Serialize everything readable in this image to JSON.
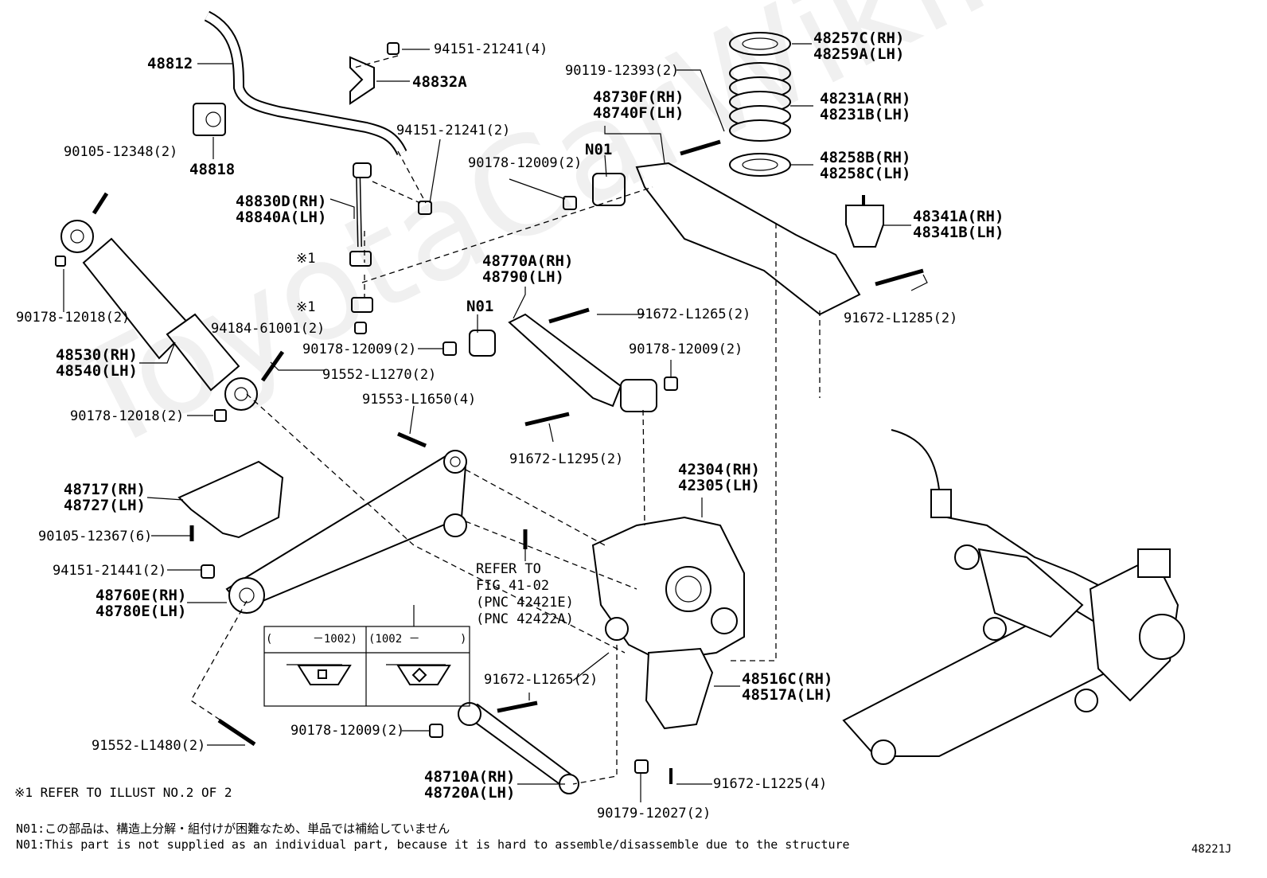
{
  "watermark": "ToyotaCarWiki.ru",
  "parts": {
    "p48812": "48812",
    "p48832A": "48832A",
    "p94151_21241_4": "94151-21241(4)",
    "p94151_21241_2": "94151-21241(2)",
    "p48818": "48818",
    "p90105_12348": "90105-12348(2)",
    "p48830D": "48830D(RH)",
    "p48840A": "48840A(LH)",
    "star1a": "※1",
    "star1b": "※1",
    "p94184": "94184-61001(2)",
    "p90178_12018a": "90178-12018(2)",
    "p48530": "48530(RH)",
    "p48540": "48540(LH)",
    "p90178_12018b": "90178-12018(2)",
    "p90178_12009a": "90178-12009(2)",
    "p91552_L1270": "91552-L1270(2)",
    "p91553_L1650": "91553-L1650(4)",
    "p48717": "48717(RH)",
    "p48727": "48727(LH)",
    "p90105_12367": "90105-12367(6)",
    "p94151_21441": "94151-21441(2)",
    "p48760E": "48760E(RH)",
    "p48780E": "48780E(LH)",
    "p91552_L1480": "91552-L1480(2)",
    "p90119_12393": "90119-12393(2)",
    "p48730F": "48730F(RH)",
    "p48740F": "48740F(LH)",
    "n01a": "N01",
    "p90178_12009b": "90178-12009(2)",
    "p48257C": "48257C(RH)",
    "p48259A": "48259A(LH)",
    "p48231A": "48231A(RH)",
    "p48231B": "48231B(LH)",
    "p48258B": "48258B(RH)",
    "p48258C": "48258C(LH)",
    "p48341A": "48341A(RH)",
    "p48341B": "48341B(LH)",
    "p91672_L1285": "91672-L1285(2)",
    "p48770A": "48770A(RH)",
    "p48790": "48790(LH)",
    "n01b": "N01",
    "p91672_L1265a": "91672-L1265(2)",
    "p90178_12009c": "90178-12009(2)",
    "p91672_L1295": "91672-L1295(2)",
    "p42304": "42304(RH)",
    "p42305": "42305(LH)",
    "ref1": "REFER TO",
    "ref2": "FIG 41-02",
    "ref3": "(PNC 42421E)",
    "ref4": "(PNC 42422A)",
    "p91672_L1265b": "91672-L1265(2)",
    "p48516C": "48516C(RH)",
    "p48517A": "48517A(LH)",
    "p90178_12009d": "90178-12009(2)",
    "p48710A": "48710A(RH)",
    "p48720A": "48720A(LH)",
    "p90179_12027": "90179-12027(2)",
    "p91672_L1225": "91672-L1225(4)"
  },
  "inset": {
    "col1": "(　　　 －1002)",
    "col2": "(1002 －　　　 )"
  },
  "notes": {
    "star_note": "※1 REFER TO ILLUST NO.2 OF 2",
    "n01_jp": "N01:この部品は、構造上分解・組付けが困難なため、単品では補給していません",
    "n01_en": "N01:This part is not supplied as an individual part, because it is hard to assemble/disassemble due to the structure",
    "illust_no": "48221J"
  }
}
